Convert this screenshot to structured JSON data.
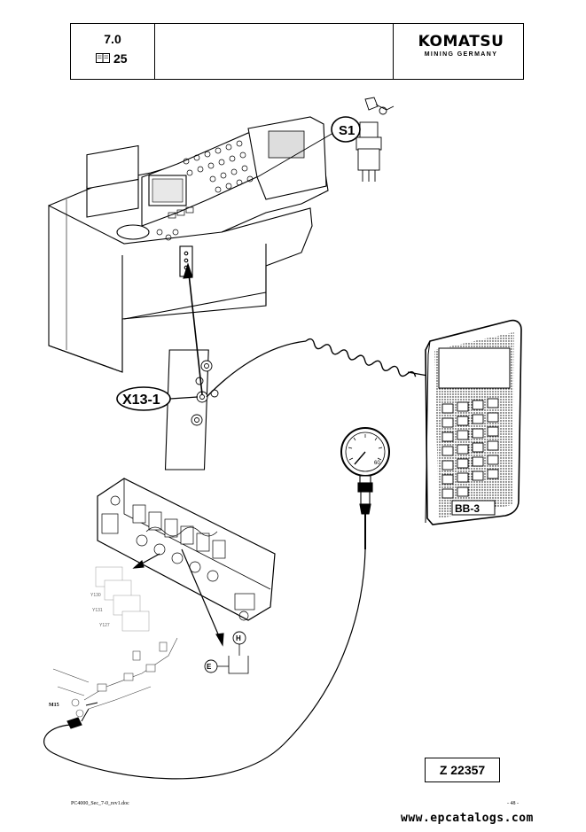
{
  "header": {
    "version": "7.0",
    "page_ref": "25",
    "brand_name": "KOMATSU",
    "brand_subtitle": "MINING GERMANY"
  },
  "figure": {
    "labels": {
      "s1": "S1",
      "x13": "X13-1",
      "bb3": "BB-3",
      "m15": "M15",
      "y130": "Y130",
      "y131": "Y131",
      "y127": "Y127",
      "gauge_value": "60",
      "e_symbol": "E",
      "h_symbol": "H"
    },
    "drawing_id": "Z 22357"
  },
  "footer": {
    "filename": "PC4000_Sec_7-0_rev1.doc",
    "page_number": "- 48 -",
    "website": "www.epcatalogs.com"
  }
}
